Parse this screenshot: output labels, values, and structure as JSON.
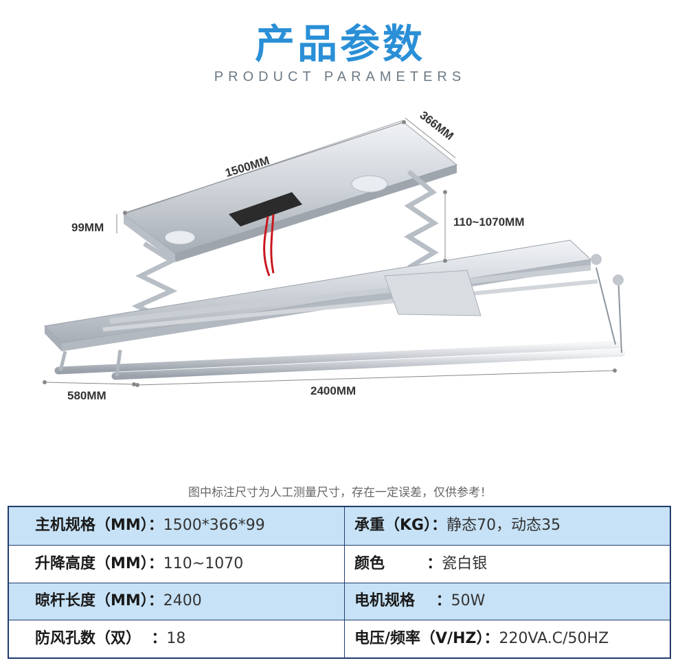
{
  "header": {
    "title": "产品参数",
    "subtitle": "PRODUCT PARAMETERS"
  },
  "diagram": {
    "dim_length": "1500MM",
    "dim_width": "366MM",
    "dim_height": "99MM",
    "dim_lift": "110~1070MM",
    "dim_rack_width": "580MM",
    "dim_rack_length": "2400MM"
  },
  "note": "图中标注尺寸为人工测量尺寸，存在一定误差，仅供参考！",
  "specs": {
    "rows": [
      {
        "left_label": "主机规格（MM）：",
        "left_value": "1500*366*99",
        "right_label": "承重（KG）：",
        "right_value": "静态70，动态35"
      },
      {
        "left_label": "升降高度（MM）：",
        "left_value": "110~1070",
        "right_label": "颜色        ：",
        "right_value": "瓷白银"
      },
      {
        "left_label": "晾杆长度（MM）：",
        "left_value": "2400",
        "right_label": "电机规格    ：",
        "right_value": "50W"
      },
      {
        "left_label": "防风孔数（双）  ：",
        "left_value": "18",
        "right_label": "电压/频率（V/HZ）：",
        "right_value": "220VA.C/50HZ"
      }
    ]
  },
  "colors": {
    "accent": "#2a8fd6",
    "table_border": "#1f3a6b",
    "row_shade": "#c7e2f6"
  }
}
